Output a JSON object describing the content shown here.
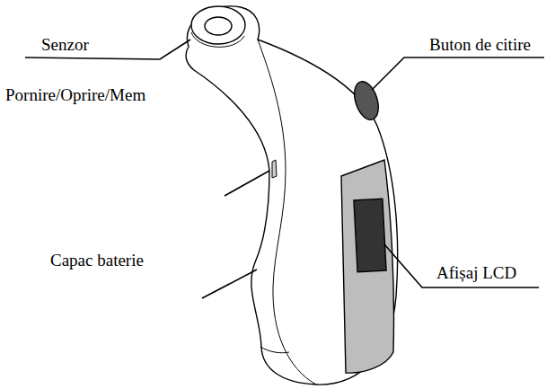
{
  "diagram": {
    "labels": [
      "Senzor",
      "Buton de citire",
      "Pornire/Oprire/Mem",
      "Capac baterie",
      "Afișaj LCD"
    ]
  }
}
